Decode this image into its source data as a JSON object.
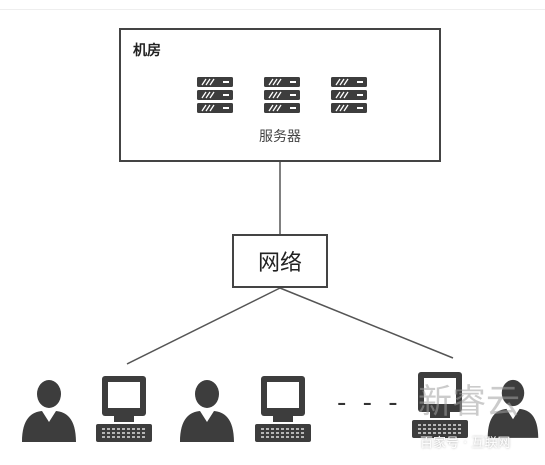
{
  "room": {
    "title": "机房",
    "server_label": "服务器"
  },
  "network": {
    "label": "网络"
  },
  "clients": {
    "ellipsis": "- - -"
  },
  "watermark": {
    "main": "新睿云",
    "sub": "百家号 · 互联网"
  },
  "icons": {
    "server": "server-rack-icon",
    "user": "user-icon",
    "computer": "desktop-computer-icon"
  },
  "colors": {
    "line": "#444444",
    "icon": "#3d3d3d"
  }
}
